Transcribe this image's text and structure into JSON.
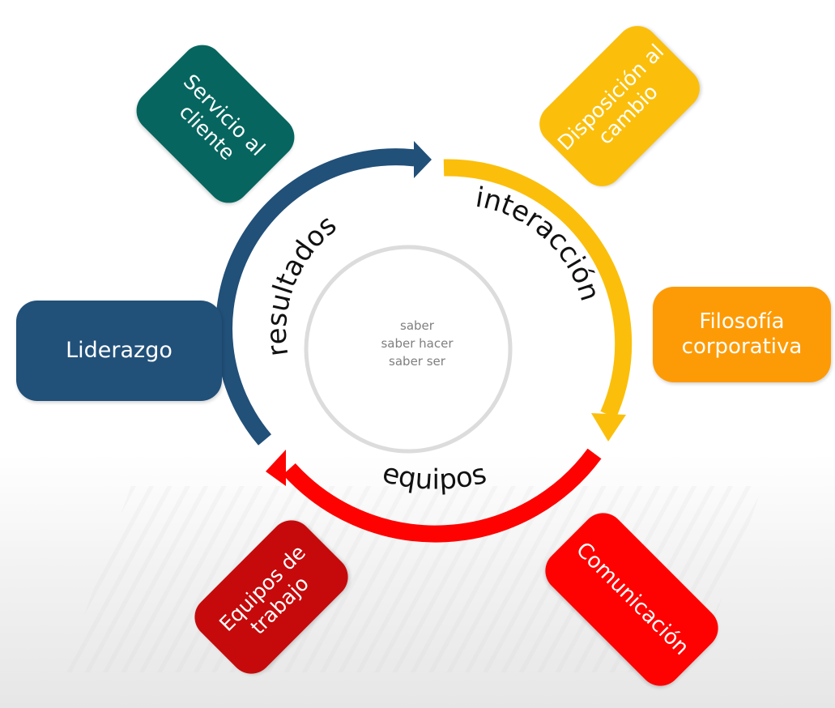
{
  "ring_labels": {
    "top_left": "resultados",
    "top_right": "interacción",
    "bottom": "equipos"
  },
  "center_items": [
    "saber",
    "saber hacer",
    "saber ser"
  ],
  "boxes": {
    "servicio": "Servicio al\ncliente",
    "disposicion": "Disposición al\ncambio",
    "liderazgo": "Liderazgo",
    "filosofia": "Filosofía\ncorporativa",
    "equipos": "Equipos de\ntrabajo",
    "comunicacion": "Comunicación"
  },
  "colors": {
    "navy": "#215079",
    "teal": "#06665f",
    "yellow": "#fbbf0b",
    "orange": "#fd9b06",
    "red": "#fd0201",
    "dark_red": "#c60a0b",
    "ring_inner": "#dcdcdc"
  }
}
